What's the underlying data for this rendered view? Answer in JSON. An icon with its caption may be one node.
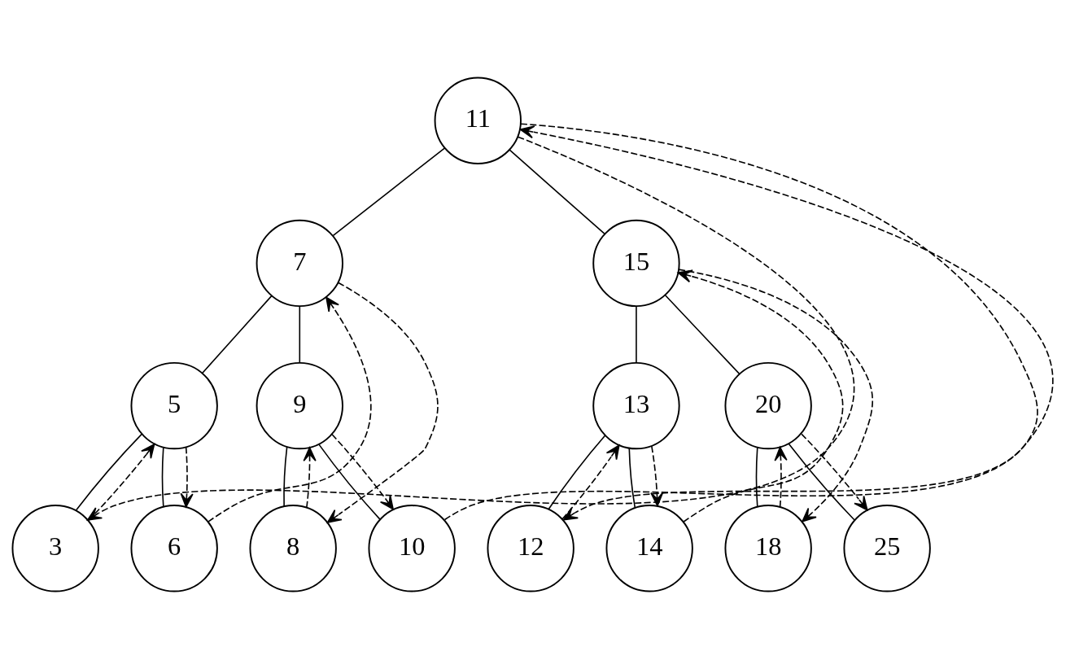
{
  "diagram": {
    "nodes": [
      {
        "text": [
          "11"
        ]
      },
      {
        "text": [
          "7"
        ]
      },
      {
        "text": [
          "15"
        ]
      },
      {
        "text": [
          "5"
        ]
      },
      {
        "text": [
          "9"
        ]
      },
      {
        "text": [
          "13"
        ]
      },
      {
        "text": [
          "20"
        ]
      },
      {
        "text": [
          "3"
        ]
      },
      {
        "text": [
          "6"
        ]
      },
      {
        "text": [
          "8"
        ]
      },
      {
        "text": [
          "10"
        ]
      },
      {
        "text": [
          "12"
        ]
      },
      {
        "text": [
          "14"
        ]
      },
      {
        "text": [
          "18"
        ]
      },
      {
        "text": [
          "25"
        ]
      }
    ],
    "edges": [
      {
        "from": 0,
        "to": 1,
        "arrow": "none"
      },
      {
        "from": 0,
        "to": 2,
        "arrow": "none"
      },
      {
        "from": 1,
        "to": 3,
        "arrow": "none"
      },
      {
        "from": 1,
        "to": 4,
        "arrow": "none"
      },
      {
        "from": 2,
        "to": 5,
        "arrow": "none"
      },
      {
        "from": 2,
        "to": 6,
        "arrow": "none"
      },
      {
        "from": 3,
        "to": 7,
        "arrow": "none"
      },
      {
        "from": 3,
        "to": 8,
        "arrow": "none"
      },
      {
        "from": 4,
        "to": 9,
        "arrow": "none"
      },
      {
        "from": 4,
        "to": 10,
        "arrow": "none"
      },
      {
        "from": 5,
        "to": 11,
        "arrow": "none"
      },
      {
        "from": 5,
        "to": 12,
        "arrow": "none"
      },
      {
        "from": 6,
        "to": 13,
        "arrow": "none"
      },
      {
        "from": 6,
        "to": 14,
        "arrow": "none"
      },
      {
        "from": 0,
        "to": 7,
        "arrow": "to",
        "style": "dashed"
      },
      {
        "from": 7,
        "to": 3,
        "arrow": "to",
        "style": "dashed"
      },
      {
        "from": 3,
        "to": 8,
        "arrow": "to",
        "style": "dashed"
      },
      {
        "from": 8,
        "to": 1,
        "arrow": "to",
        "style": "dashed"
      },
      {
        "from": 1,
        "to": 9,
        "arrow": "to",
        "style": "dashed"
      },
      {
        "from": 9,
        "to": 4,
        "arrow": "to",
        "style": "dashed"
      },
      {
        "from": 4,
        "to": 10,
        "arrow": "to",
        "style": "dashed"
      },
      {
        "from": 10,
        "to": 0,
        "arrow": "to",
        "style": "dashed"
      },
      {
        "from": 0,
        "to": 11,
        "arrow": "to",
        "style": "dashed"
      },
      {
        "from": 11,
        "to": 5,
        "arrow": "to",
        "style": "dashed"
      },
      {
        "from": 5,
        "to": 12,
        "arrow": "to",
        "style": "dashed"
      },
      {
        "from": 12,
        "to": 2,
        "arrow": "to",
        "style": "dashed"
      },
      {
        "from": 2,
        "to": 13,
        "arrow": "to",
        "style": "dashed"
      },
      {
        "from": 13,
        "to": 6,
        "arrow": "to",
        "style": "dashed"
      },
      {
        "from": 6,
        "to": 14,
        "arrow": "to",
        "style": "dashed"
      }
    ]
  }
}
